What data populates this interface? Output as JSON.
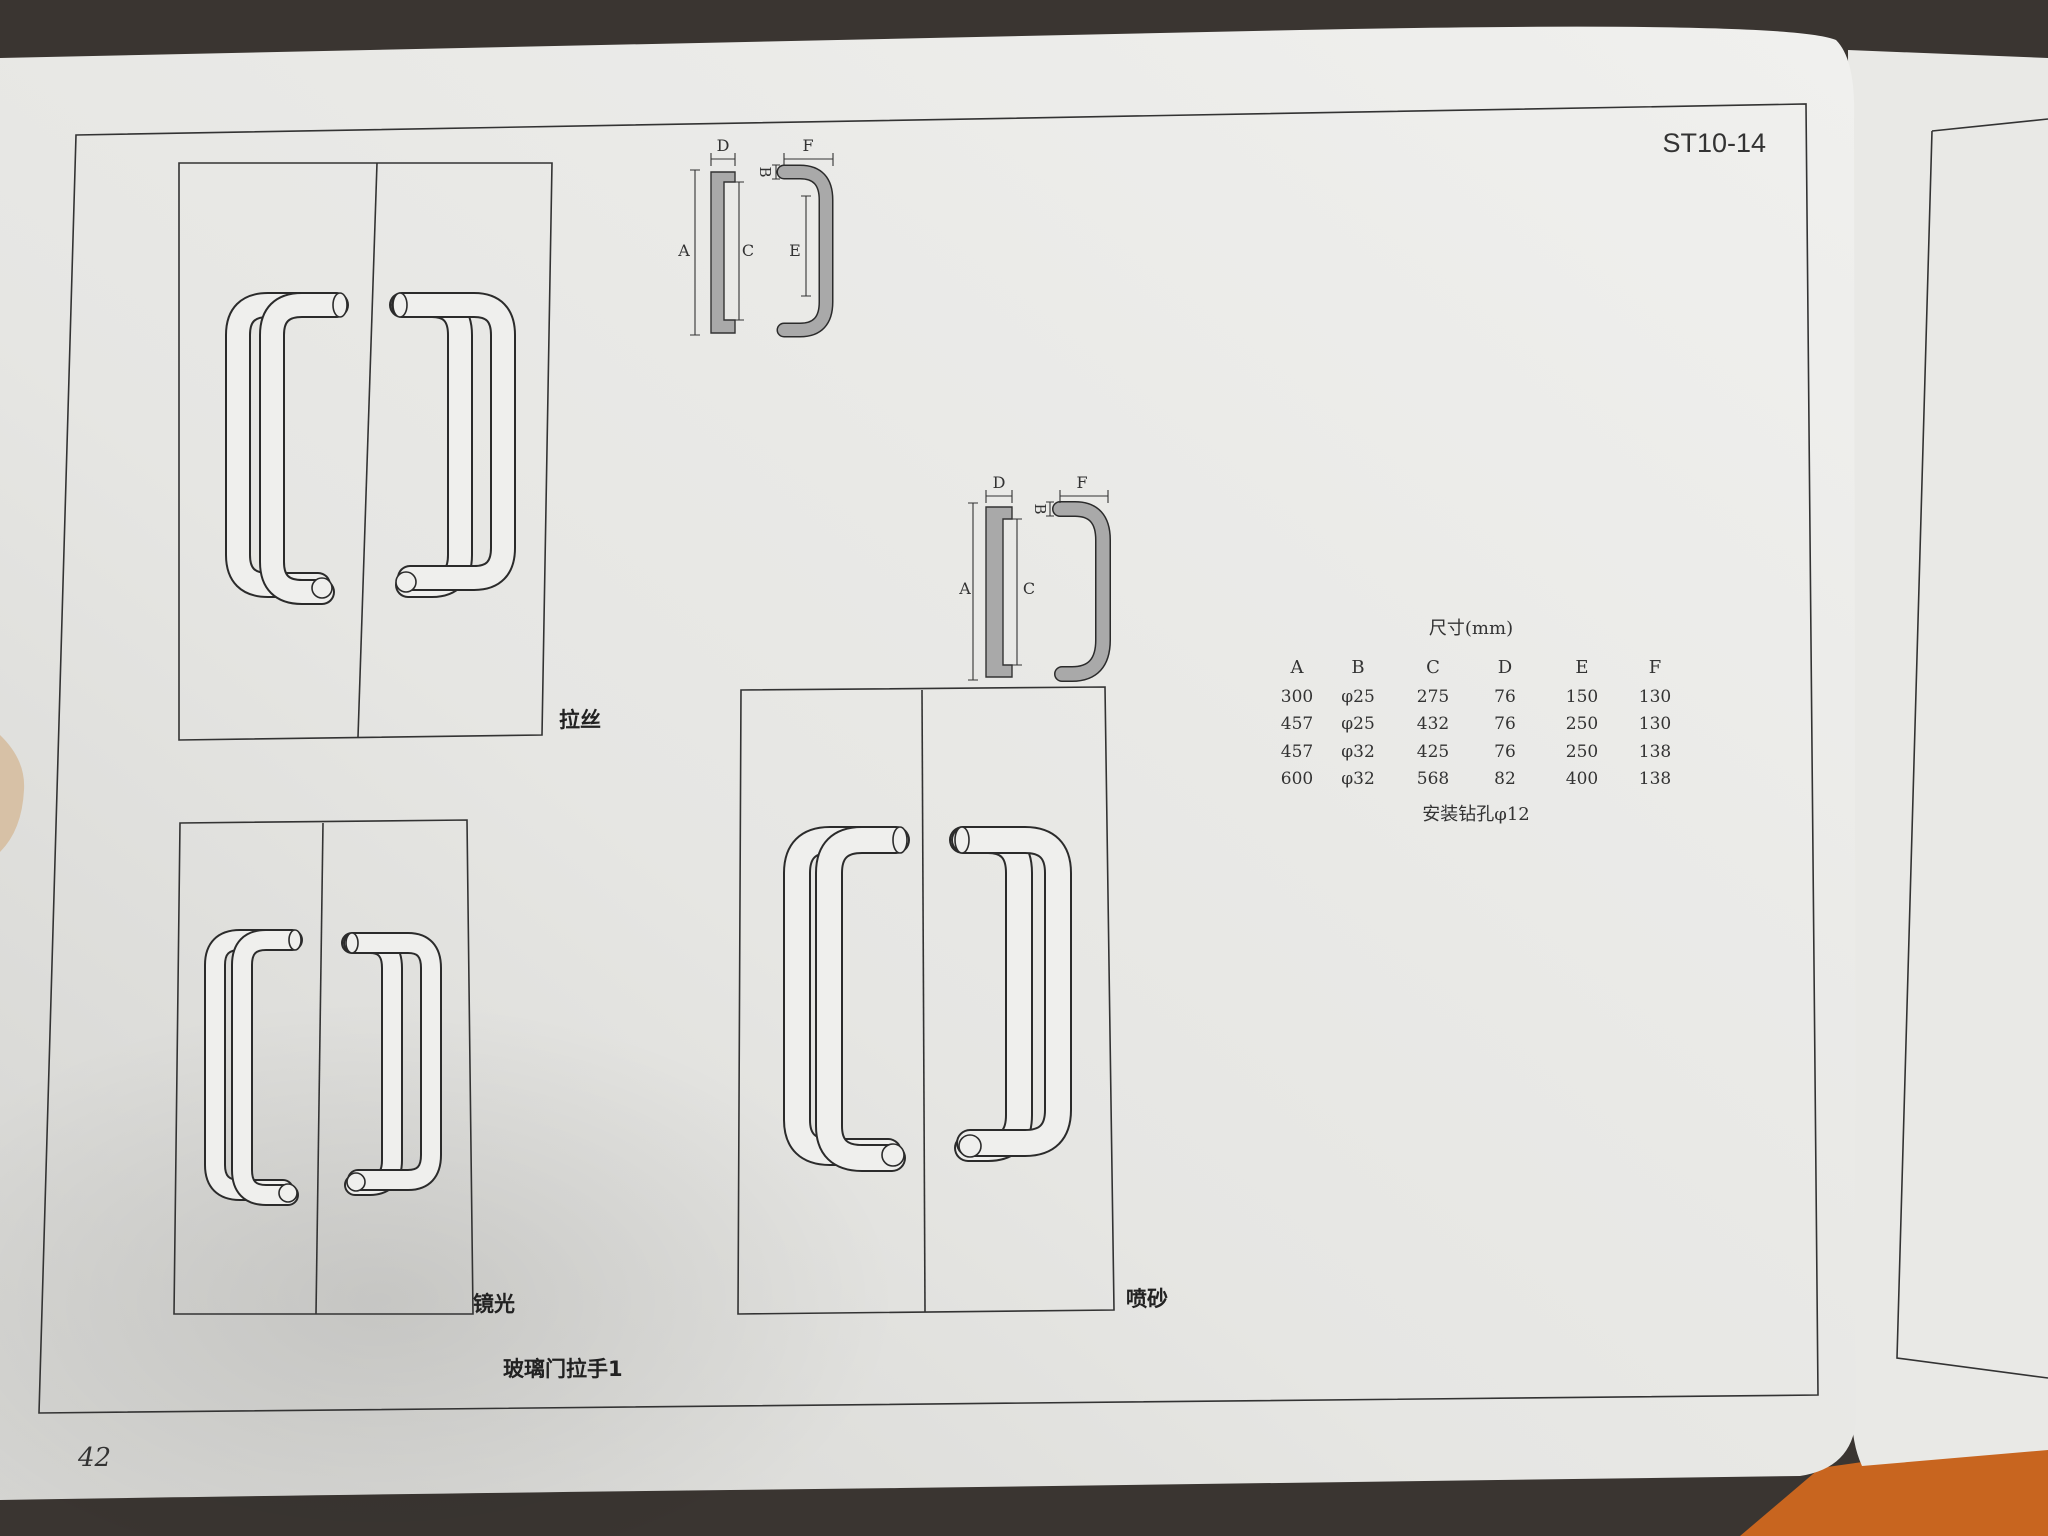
{
  "page": {
    "code": "ST10-14",
    "page_number": "42",
    "caption": "玻璃门拉手1"
  },
  "finishes": [
    "拉丝",
    "镜光",
    "喷砂"
  ],
  "diagram_1": {
    "labels": {
      "a": "A",
      "b": "B",
      "c": "C",
      "d": "D",
      "e": "E",
      "f": "F"
    }
  },
  "diagram_2": {
    "labels": {
      "a": "A",
      "b": "B",
      "c": "C",
      "d": "D",
      "f": "F"
    }
  },
  "dimensions_table": {
    "title": "尺寸(mm)",
    "headers": [
      "A",
      "B",
      "C",
      "D",
      "E",
      "F"
    ],
    "rows": [
      [
        "300",
        "φ25",
        "275",
        "76",
        "150",
        "130"
      ],
      [
        "457",
        "φ25",
        "432",
        "76",
        "250",
        "130"
      ],
      [
        "457",
        "φ32",
        "425",
        "76",
        "250",
        "138"
      ],
      [
        "600",
        "φ32",
        "568",
        "82",
        "400",
        "138"
      ]
    ],
    "note": "安装钻孔φ12"
  },
  "colors": {
    "paper": "#e7e7e4",
    "paper_light": "#efefed",
    "ink": "#333333",
    "desk": "#3a3531",
    "cloth": "#c8651f",
    "profile_fill": "#a9a9a9"
  }
}
